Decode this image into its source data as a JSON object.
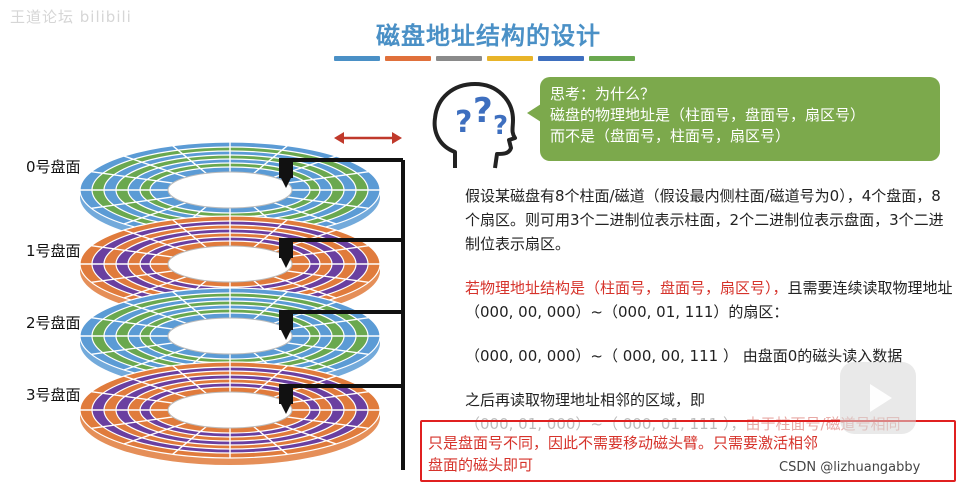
{
  "watermark": {
    "top_left": "王道论坛  bilibili",
    "bottom_right": "CSDN @lizhuangabby"
  },
  "title": "磁盘地址结构的设计",
  "title_bar_colors": [
    "#4a90c6",
    "#e0703b",
    "#8a8a8a",
    "#e8b429",
    "#3e6fbf",
    "#6aa84f"
  ],
  "disk_labels": [
    "0号盘面",
    "1号盘面",
    "2号盘面",
    "3号盘面"
  ],
  "colors": {
    "blue_ring": "#5b9bd5",
    "green_ring": "#6aa84f",
    "orange_ring": "#e07b3c",
    "purple_ring": "#6a3fa0",
    "arm": "#111111",
    "arrow": "#c0392b",
    "bubble": "#7ca94c",
    "red_text": "#d6332b"
  },
  "icons": {
    "thinking_head": "head-question-icon",
    "move_arrow": "double-arrow-icon",
    "play": "play-icon"
  },
  "thought": {
    "line1": "思考：为什么？",
    "line2": "磁盘的物理地址是（柱面号，盘面号，扇区号）",
    "line3": "而不是（盘面号，柱面号，扇区号）"
  },
  "body": {
    "p1": "假设某磁盘有8个柱面/磁道（假设最内侧柱面/磁道号为0），4个盘面，8个扇区。则可用3个二进制位表示柱面，2个二进制位表示盘面，3个二进制位表示扇区。",
    "p2_red": "若物理地址结构是（柱面号，盘面号，扇区号），",
    "p2_rest": "且需要连续读取物理地址 （000, 00, 000）~（000, 01, 111）的扇区：",
    "p3": "（000, 00, 000）~（ 000, 00, 111 ） 由盘面0的磁头读入数据",
    "p4": "之后再读取物理地址相邻的区域，即",
    "p5_faded": "（000, 01, 000）~（ 000, 01, 111 ），",
    "p5_faded_red": "由于柱面号/磁道号相同",
    "box_line1": "只是盘面号不同，因此不需要移动磁头臂。只需要激活相邻",
    "box_line2": "盘面的磁头即可"
  }
}
